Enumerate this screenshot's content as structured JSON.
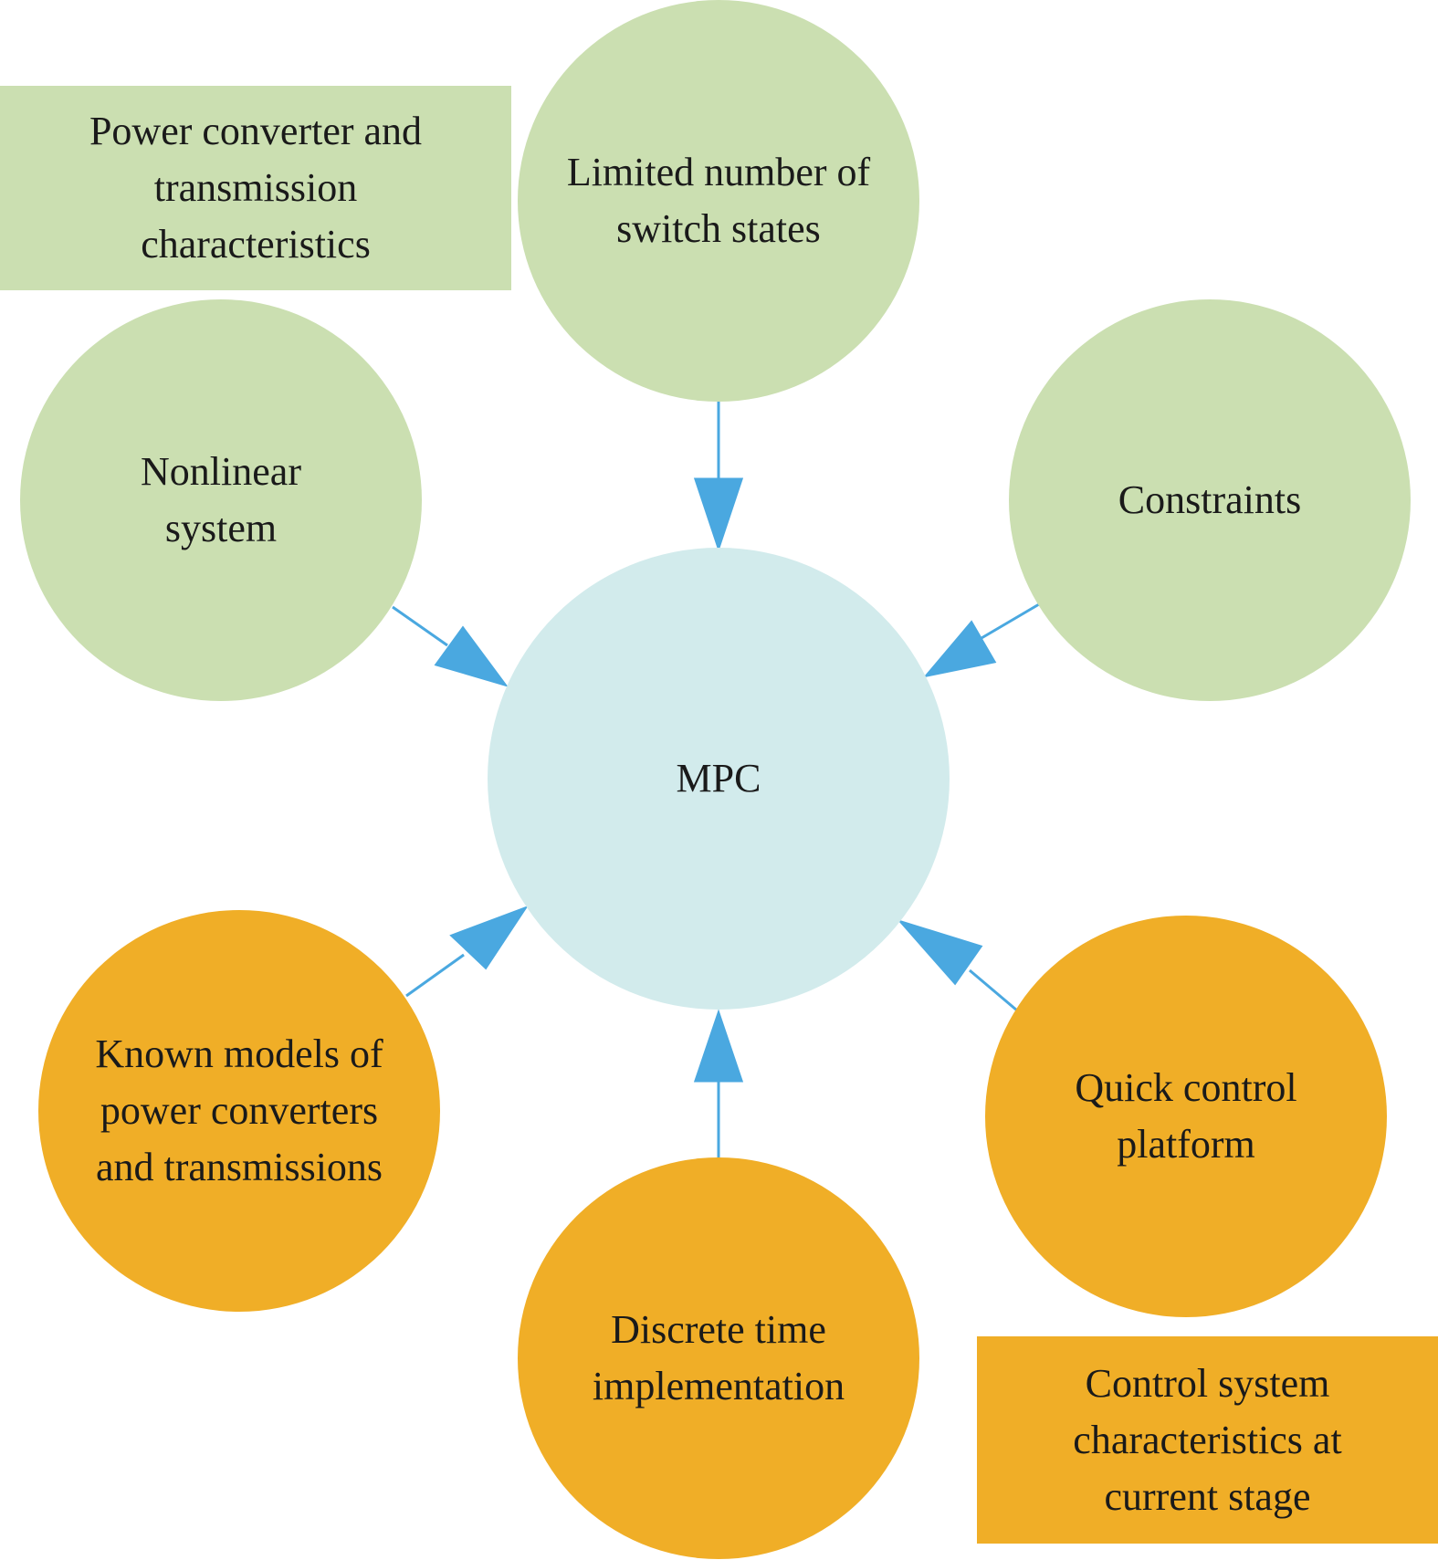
{
  "colors": {
    "green": "#cbdfb1",
    "orange": "#f0ae27",
    "center": "#d2ebec",
    "arrow": "#4aa8e0"
  },
  "center": {
    "label": "MPC"
  },
  "green_group": {
    "box_label": "Power converter and transmission characteristics",
    "nodes": [
      "Limited number of switch states",
      "Nonlinear system",
      "Constraints"
    ]
  },
  "orange_group": {
    "box_label": "Control system characteristics at current stage",
    "nodes": [
      "Known models of power converters and transmissions",
      "Discrete time implementation",
      "Quick control platform"
    ]
  }
}
